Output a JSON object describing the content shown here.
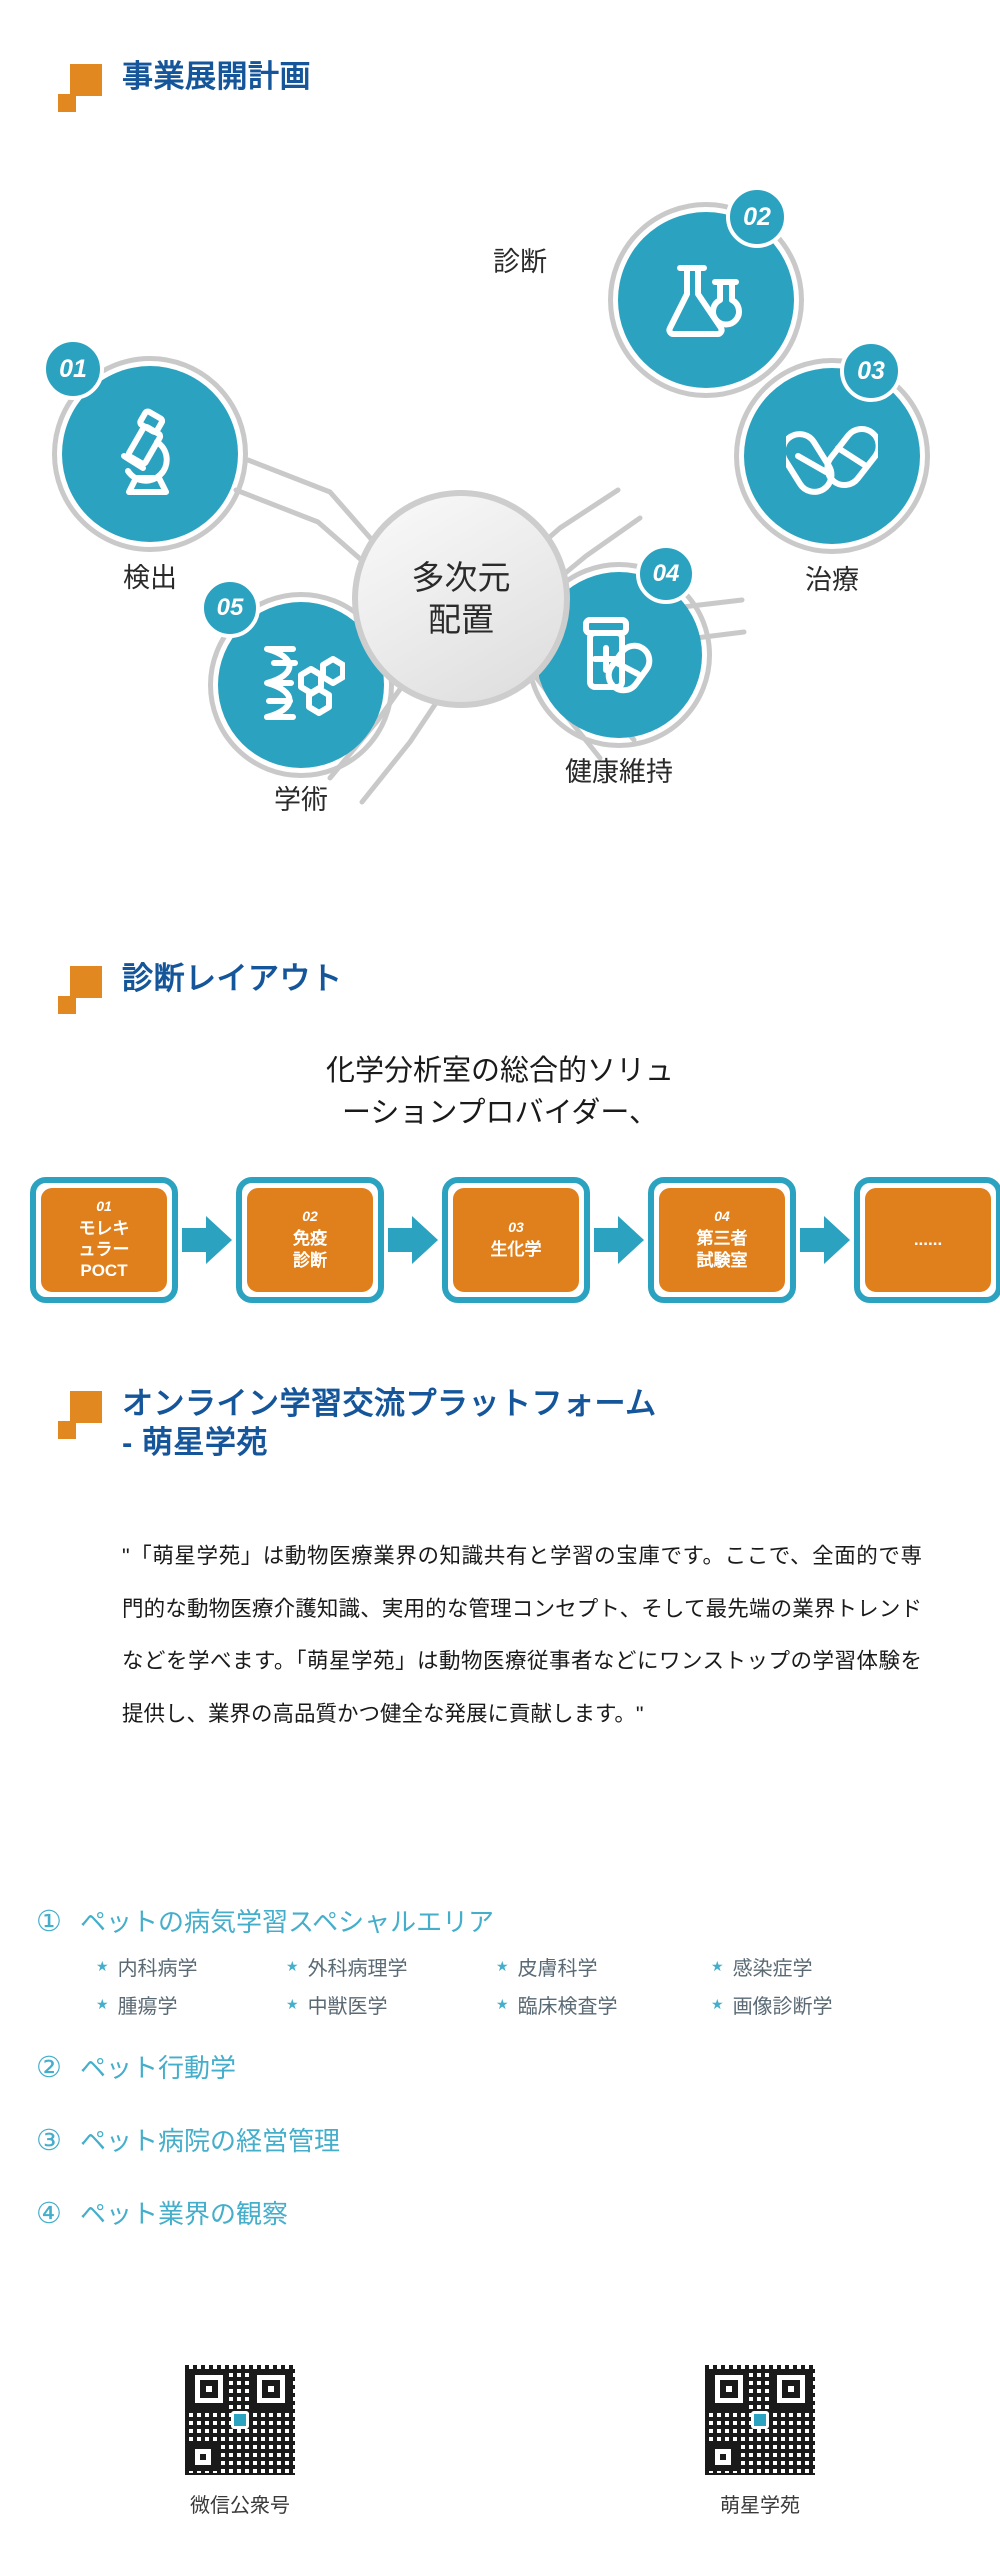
{
  "sections": {
    "business": {
      "title": "事業展開計画",
      "hub_center": "多次元\n配置",
      "nodes": [
        {
          "num": "01",
          "label": "検出",
          "icon": "microscope-icon"
        },
        {
          "num": "02",
          "label": "診断",
          "icon": "flasks-icon"
        },
        {
          "num": "03",
          "label": "治療",
          "icon": "pills-icon"
        },
        {
          "num": "04",
          "label": "健康維持",
          "icon": "medicine-bottle-icon"
        },
        {
          "num": "05",
          "label": "学術",
          "icon": "dna-molecule-icon"
        }
      ]
    },
    "diagnostics": {
      "title": "診断レイアウト",
      "subtitle": "化学分析室の総合的ソリュ\nーションプロバイダー、",
      "steps": [
        {
          "num": "01",
          "label": "モレキ\nュラー\nPOCT"
        },
        {
          "num": "02",
          "label": "免疫\n診断"
        },
        {
          "num": "03",
          "label": "生化学"
        },
        {
          "num": "04",
          "label": "第三者\n試験室"
        },
        {
          "num": "",
          "label": "......"
        }
      ]
    },
    "platform": {
      "title": "オンライン学習交流プラットフォーム\n - 萌星学苑",
      "paragraph": "\"「萌星学苑」は動物医療業界の知識共有と学習の宝庫です。ここで、全面的で専門的な動物医療介護知識、実用的な管理コンセプト、そして最先端の業界トレンドなどを学べます。「萌星学苑」は動物医療従事者などにワンストップの学習体験を提供し、業界の高品質かつ健全な発展に貢献します。\"",
      "topics": [
        {
          "num": "①",
          "text": "ペットの病気学習スペシャルエリア",
          "subitems_row1": [
            "内科病学",
            "外科病理学",
            "皮膚科学",
            "感染症学"
          ],
          "subitems_row2": [
            "腫瘍学",
            "中獣医学",
            "臨床検査学",
            "画像診断学"
          ]
        },
        {
          "num": "②",
          "text": "ペット行動学",
          "subitems_row1": [],
          "subitems_row2": []
        },
        {
          "num": "③",
          "text": "ペット病院の経営管理",
          "subitems_row1": [],
          "subitems_row2": []
        },
        {
          "num": "④",
          "text": "ペット業界の観察",
          "subitems_row1": [],
          "subitems_row2": []
        }
      ]
    },
    "qr": {
      "items": [
        {
          "label": "微信公衆号"
        },
        {
          "label": "萌星学苑"
        }
      ]
    }
  },
  "colors": {
    "heading_blue": "#15559A",
    "marker_orange": "#E18820",
    "node_teal": "#2BA2BF",
    "box_orange": "#E0801C",
    "topic_teal": "#44AECB",
    "hub_gray": "#DCDCDC"
  }
}
